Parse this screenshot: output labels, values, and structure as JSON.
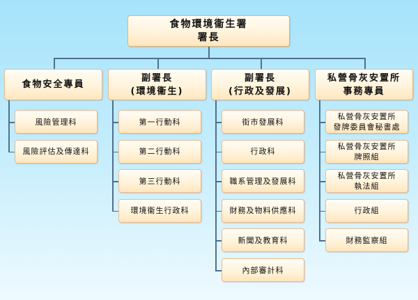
{
  "head": {
    "lines": [
      "食物環境衞生署",
      "署長"
    ]
  },
  "divisions": [
    {
      "title_lines": [
        "食物安全專員"
      ],
      "children": [
        [
          "風險管理科"
        ],
        [
          "風險評估及傳達科"
        ]
      ]
    },
    {
      "title_lines": [
        "副署長",
        "(環境衞生)"
      ],
      "children": [
        [
          "第一行動科"
        ],
        [
          "第二行動科"
        ],
        [
          "第三行動科"
        ],
        [
          "環境衞生行政科"
        ]
      ]
    },
    {
      "title_lines": [
        "副署長",
        "(行政及發展)"
      ],
      "children": [
        [
          "街市發展科"
        ],
        [
          "行政科"
        ],
        [
          "職系管理及發展科"
        ],
        [
          "財務及物料供應科"
        ],
        [
          "新聞及教育科"
        ],
        [
          "內部審計科"
        ]
      ]
    },
    {
      "title_lines": [
        "私營骨灰安置所",
        "事務專員"
      ],
      "children": [
        [
          "私營骨灰安置所",
          "發牌委員會秘書處"
        ],
        [
          "私營骨灰安置所",
          "牌照組"
        ],
        [
          "私營骨灰安置所",
          "執法組"
        ],
        [
          "行政組"
        ],
        [
          "財務監察組"
        ]
      ]
    }
  ]
}
